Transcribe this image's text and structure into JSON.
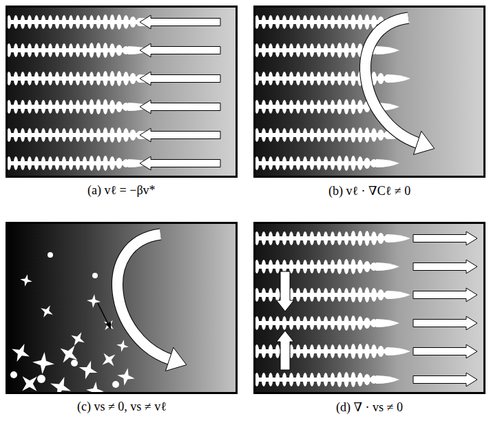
{
  "diagram": {
    "labels": [
      "(a) vℓ = −βv*",
      "(b) vℓ · ∇Cℓ ≠ 0",
      "(c) vs ≠ 0, vs ≠ vℓ",
      "(d) ∇ · vs ≠ 0"
    ]
  }
}
